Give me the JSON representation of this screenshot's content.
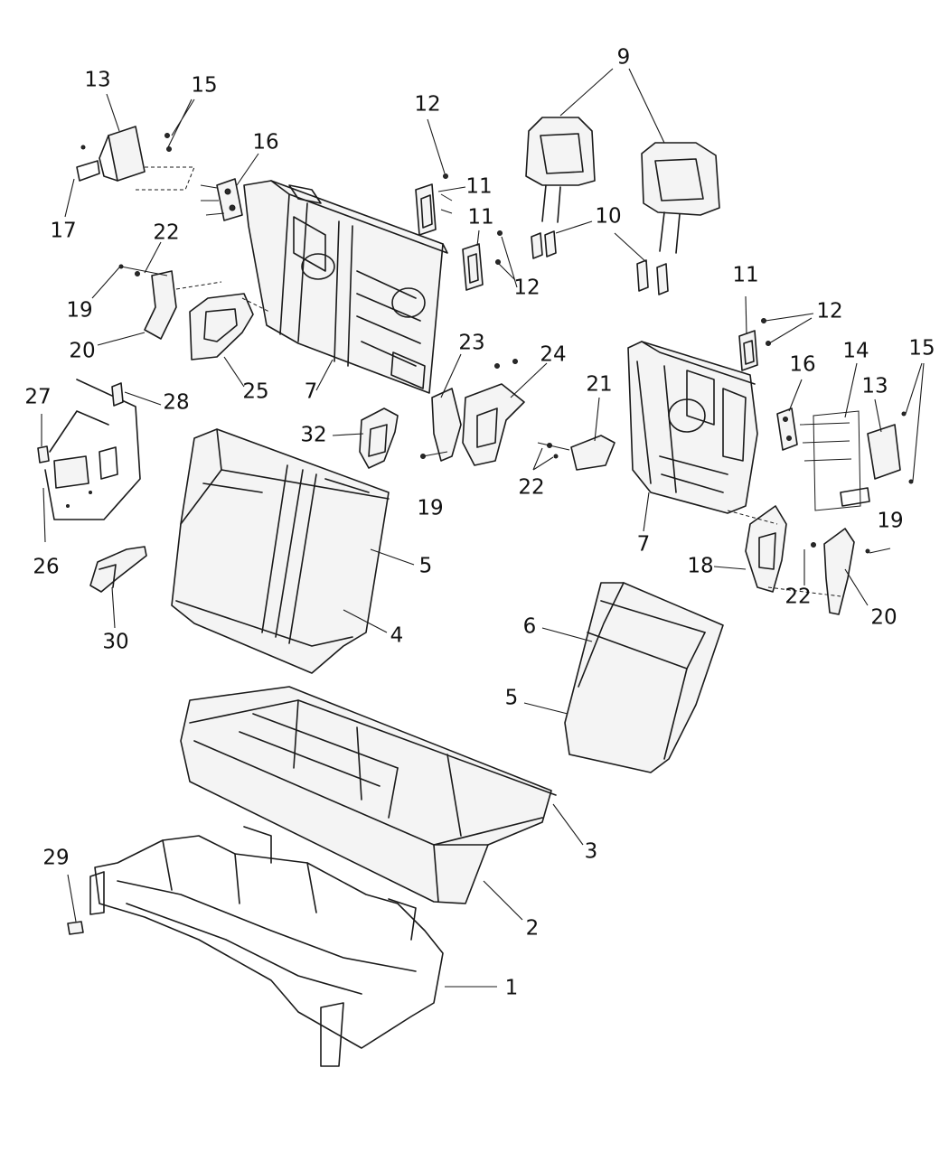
{
  "diagram": {
    "callouts": [
      {
        "label": "13"
      },
      {
        "label": "15"
      },
      {
        "label": "17"
      },
      {
        "label": "16"
      },
      {
        "label": "12"
      },
      {
        "label": "11"
      },
      {
        "label": "9"
      },
      {
        "label": "10"
      },
      {
        "label": "11"
      },
      {
        "label": "12"
      },
      {
        "label": "22"
      },
      {
        "label": "19"
      },
      {
        "label": "20"
      },
      {
        "label": "25"
      },
      {
        "label": "7"
      },
      {
        "label": "23"
      },
      {
        "label": "24"
      },
      {
        "label": "11"
      },
      {
        "label": "12"
      },
      {
        "label": "16"
      },
      {
        "label": "14"
      },
      {
        "label": "15"
      },
      {
        "label": "13"
      },
      {
        "label": "27"
      },
      {
        "label": "28"
      },
      {
        "label": "32"
      },
      {
        "label": "21"
      },
      {
        "label": "22"
      },
      {
        "label": "19"
      },
      {
        "label": "7"
      },
      {
        "label": "26"
      },
      {
        "label": "5"
      },
      {
        "label": "4"
      },
      {
        "label": "30"
      },
      {
        "label": "18"
      },
      {
        "label": "22"
      },
      {
        "label": "19"
      },
      {
        "label": "20"
      },
      {
        "label": "6"
      },
      {
        "label": "5"
      },
      {
        "label": "3"
      },
      {
        "label": "29"
      },
      {
        "label": "2"
      },
      {
        "label": "1"
      }
    ]
  }
}
